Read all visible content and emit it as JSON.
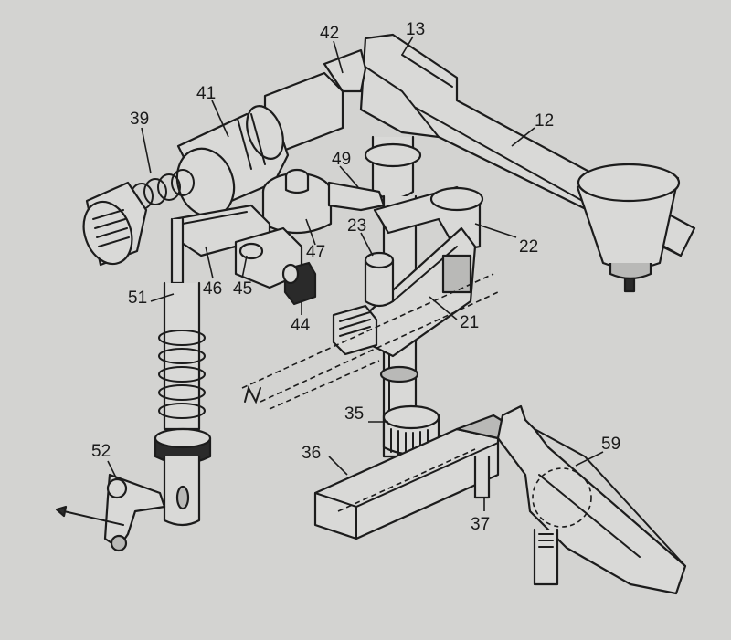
{
  "labels": {
    "l13": "13",
    "l42": "42",
    "l41": "41",
    "l39": "39",
    "l12": "12",
    "l49": "49",
    "l23": "23",
    "l22": "22",
    "l47": "47",
    "l51": "51",
    "l46": "46",
    "l45": "45",
    "l21": "21",
    "l44": "44",
    "l35": "35",
    "l52": "52",
    "l36": "36",
    "l59": "59",
    "l37": "37"
  }
}
